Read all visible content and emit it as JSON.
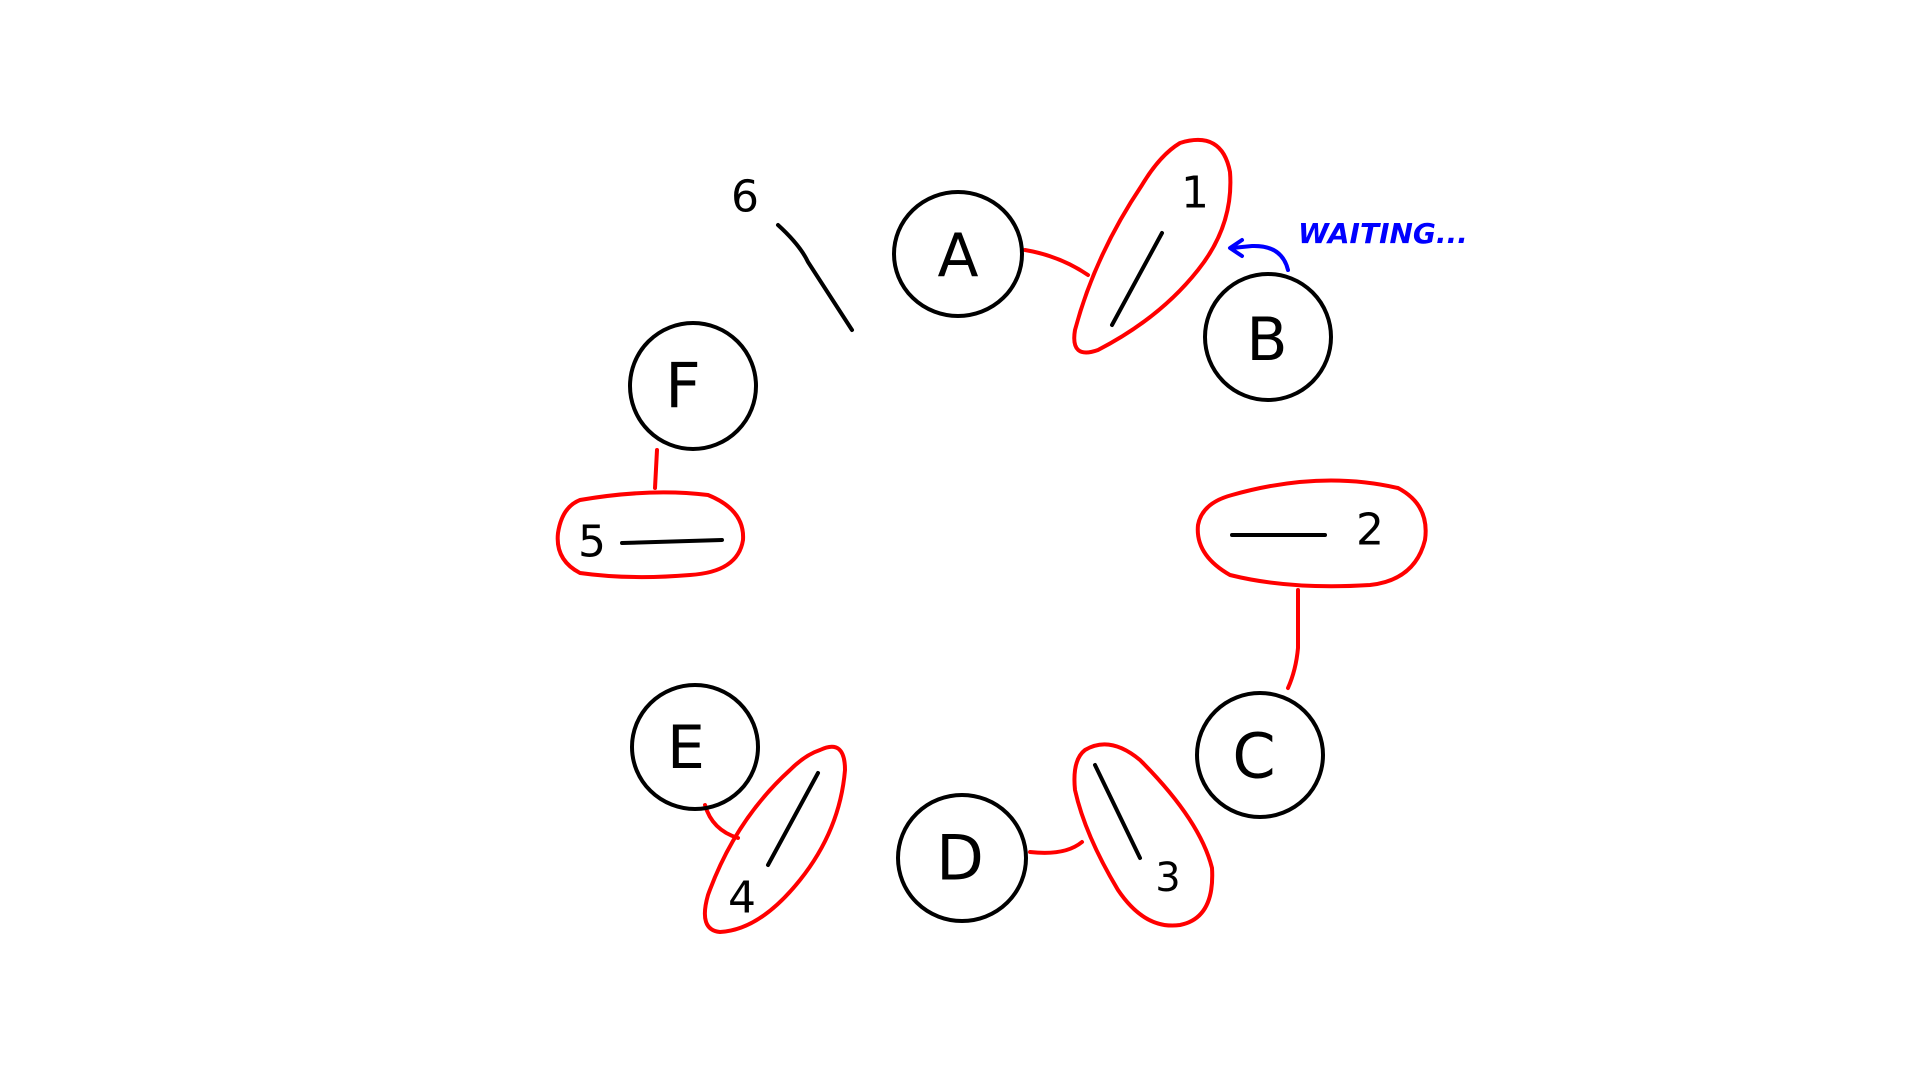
{
  "colors": {
    "ink": "#000000",
    "highlight": "#ff0000",
    "status": "#0000ff"
  },
  "nodes": [
    {
      "id": "A",
      "label": "A"
    },
    {
      "id": "B",
      "label": "B"
    },
    {
      "id": "C",
      "label": "C"
    },
    {
      "id": "D",
      "label": "D"
    },
    {
      "id": "E",
      "label": "E"
    },
    {
      "id": "F",
      "label": "F"
    }
  ],
  "links": [
    {
      "label": "1",
      "highlighted": true,
      "between": [
        "A",
        "B"
      ]
    },
    {
      "label": "2",
      "highlighted": true,
      "between": [
        "B",
        "C"
      ]
    },
    {
      "label": "3",
      "highlighted": true,
      "between": [
        "C",
        "D"
      ]
    },
    {
      "label": "4",
      "highlighted": true,
      "between": [
        "D",
        "E"
      ]
    },
    {
      "label": "5",
      "highlighted": true,
      "between": [
        "E",
        "F"
      ]
    },
    {
      "label": "6",
      "highlighted": false,
      "between": [
        "F",
        "A"
      ]
    }
  ],
  "status": {
    "label": "WAITING..."
  }
}
